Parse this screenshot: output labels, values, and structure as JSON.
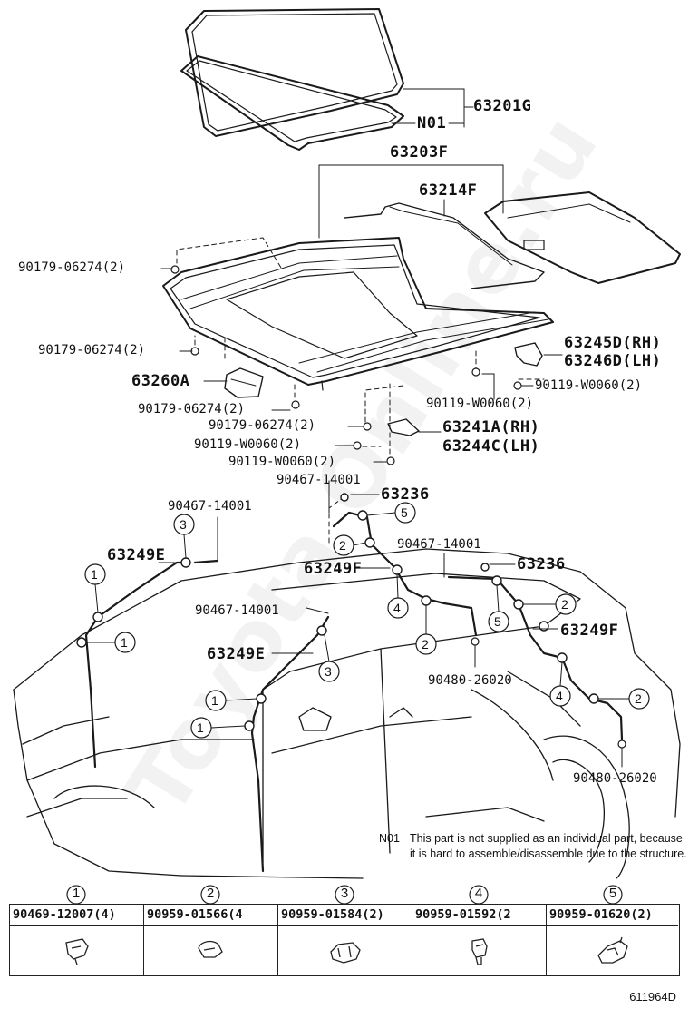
{
  "watermark": "Toyota Online.ru",
  "labels": {
    "p63201G": "63201G",
    "pN01": "N01",
    "p63203F": "63203F",
    "p63214F": "63214F",
    "p90179_a": "90179-06274(2)",
    "p90179_b": "90179-06274(2)",
    "p63260A": "63260A",
    "p90179_c": "90179-06274(2)",
    "p90179_d": "90179-06274(2)",
    "p90119_a": "90119-W0060(2)",
    "p90119_b": "90119-W0060(2)",
    "p90119_c": "90119-W0060(2)",
    "p90119_d": "90119-W0060(2)",
    "p63245D": "63245D(RH)",
    "p63246D": "63246D(LH)",
    "p63241A": "63241A(RH)",
    "p63244C": "63244C(LH)",
    "p90467_a": "90467-14001",
    "p90467_b": "90467-14001",
    "p90467_c": "90467-14001",
    "p90467_d": "90467-14001",
    "p63236_a": "63236",
    "p63236_b": "63236",
    "p63249E_a": "63249E",
    "p63249E_b": "63249E",
    "p63249F_a": "63249F",
    "p63249F_b": "63249F",
    "p90480_a": "90480-26020",
    "p90480_b": "90480-26020"
  },
  "callouts": {
    "c1": "1",
    "c2": "2",
    "c3": "3",
    "c4": "4",
    "c5": "5"
  },
  "note": {
    "id": "N01",
    "text": "This part is not supplied as an individual part, because it is hard to assemble/disassemble due to the structure."
  },
  "clip_table": [
    {
      "num": "1",
      "part": "90469-12007(4)"
    },
    {
      "num": "2",
      "part": "90959-01566(4"
    },
    {
      "num": "3",
      "part": "90959-01584(2)"
    },
    {
      "num": "4",
      "part": "90959-01592(2"
    },
    {
      "num": "5",
      "part": "90959-01620(2)"
    }
  ],
  "diagram_code": "611964D"
}
